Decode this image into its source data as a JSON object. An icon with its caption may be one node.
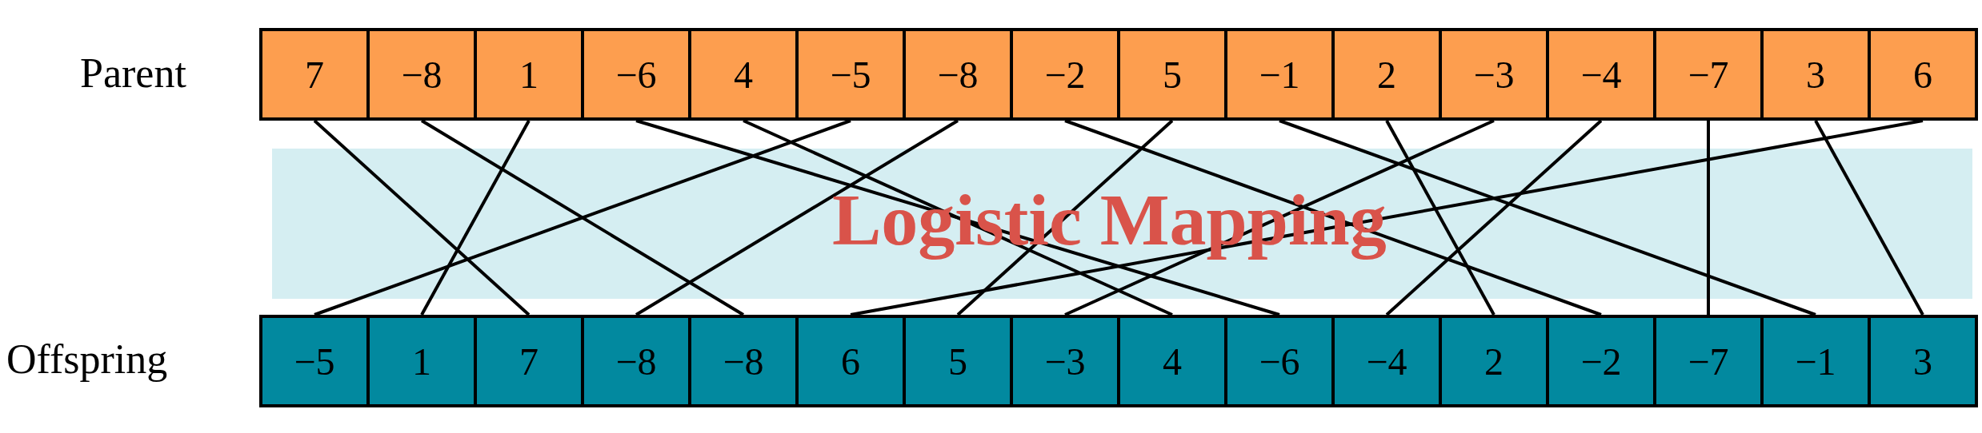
{
  "diagram": {
    "nodes": [
      {
        "text": [
          "7"
        ]
      },
      {
        "text": [
          "−8"
        ]
      },
      {
        "text": [
          "1"
        ]
      },
      {
        "text": [
          "−6"
        ]
      },
      {
        "text": [
          "4"
        ]
      },
      {
        "text": [
          "−5"
        ]
      },
      {
        "text": [
          "−8"
        ]
      },
      {
        "text": [
          "−2"
        ]
      },
      {
        "text": [
          "5"
        ]
      },
      {
        "text": [
          "−1"
        ]
      },
      {
        "text": [
          "2"
        ]
      },
      {
        "text": [
          "−3"
        ]
      },
      {
        "text": [
          "−4"
        ]
      },
      {
        "text": [
          "−7"
        ]
      },
      {
        "text": [
          "3"
        ]
      },
      {
        "text": [
          "6"
        ]
      },
      {
        "text": [
          "−5"
        ]
      },
      {
        "text": [
          "1"
        ]
      },
      {
        "text": [
          "7"
        ]
      },
      {
        "text": [
          "−8"
        ]
      },
      {
        "text": [
          "−8"
        ]
      },
      {
        "text": [
          "6"
        ]
      },
      {
        "text": [
          "5"
        ]
      },
      {
        "text": [
          "−3"
        ]
      },
      {
        "text": [
          "4"
        ]
      },
      {
        "text": [
          "−6"
        ]
      },
      {
        "text": [
          "−4"
        ]
      },
      {
        "text": [
          "2"
        ]
      },
      {
        "text": [
          "−2"
        ]
      },
      {
        "text": [
          "−7"
        ]
      },
      {
        "text": [
          "−1"
        ]
      },
      {
        "text": [
          "3"
        ]
      }
    ],
    "edges": [
      {
        "from": 0,
        "to": 18,
        "arrow": "none"
      },
      {
        "from": 1,
        "to": 20,
        "arrow": "none"
      },
      {
        "from": 2,
        "to": 17,
        "arrow": "none"
      },
      {
        "from": 3,
        "to": 25,
        "arrow": "none"
      },
      {
        "from": 4,
        "to": 24,
        "arrow": "none"
      },
      {
        "from": 5,
        "to": 16,
        "arrow": "none"
      },
      {
        "from": 6,
        "to": 19,
        "arrow": "none"
      },
      {
        "from": 7,
        "to": 28,
        "arrow": "none"
      },
      {
        "from": 8,
        "to": 22,
        "arrow": "none"
      },
      {
        "from": 9,
        "to": 30,
        "arrow": "none"
      },
      {
        "from": 10,
        "to": 27,
        "arrow": "none"
      },
      {
        "from": 11,
        "to": 23,
        "arrow": "none"
      },
      {
        "from": 12,
        "to": 26,
        "arrow": "none"
      },
      {
        "from": 13,
        "to": 29,
        "arrow": "none"
      },
      {
        "from": 14,
        "to": 31,
        "arrow": "none"
      },
      {
        "from": 15,
        "to": 21,
        "arrow": "none"
      }
    ],
    "labels": [
      "Parent",
      "Logistic Mapping",
      "Offspring"
    ]
  }
}
